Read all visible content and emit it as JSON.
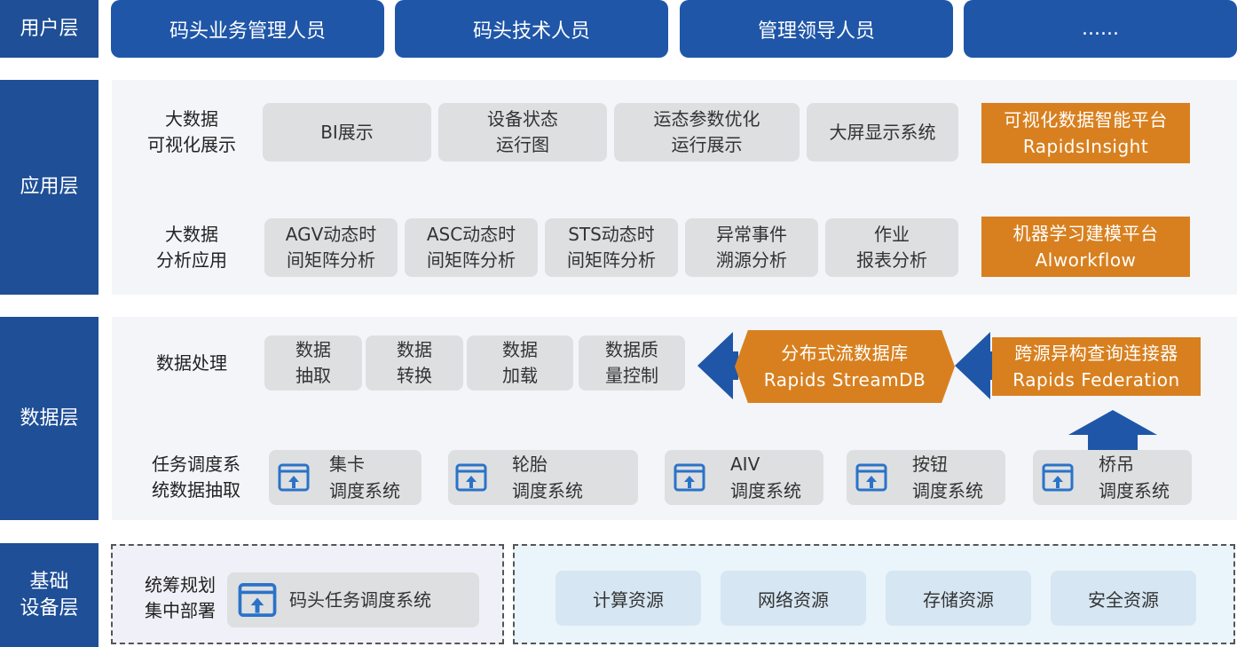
{
  "colors": {
    "navy": "#1f4f97",
    "blue": "#1f56a8",
    "orange": "#d8801f",
    "gray": "#dedfe1",
    "light_blue": "#d6e6f2"
  },
  "user_layer": {
    "label": "用户层",
    "users": [
      "码头业务管理人员",
      "码头技术人员",
      "管理领导人员",
      "......"
    ]
  },
  "app_layer": {
    "label": "应用层",
    "viz": {
      "label": [
        "大数据",
        "可视化展示"
      ],
      "items": [
        [
          "BI展示"
        ],
        [
          "设备状态",
          "运行图"
        ],
        [
          "运态参数优化",
          "运行展示"
        ],
        [
          "大屏显示系统"
        ]
      ],
      "platform": [
        "可视化数据智能平台",
        "RapidsInsight"
      ]
    },
    "analysis": {
      "label": [
        "大数据",
        "分析应用"
      ],
      "items": [
        [
          "AGV动态时",
          "间矩阵分析"
        ],
        [
          "ASC动态时",
          "间矩阵分析"
        ],
        [
          "STS动态时",
          "间矩阵分析"
        ],
        [
          "异常事件",
          "溯源分析"
        ],
        [
          "作业",
          "报表分析"
        ]
      ],
      "platform": [
        "机器学习建模平台",
        "Alworkflow"
      ]
    }
  },
  "data_layer": {
    "label": "数据层",
    "processing": {
      "label": "数据处理",
      "items": [
        [
          "数据",
          "抽取"
        ],
        [
          "数据",
          "转换"
        ],
        [
          "数据",
          "加载"
        ],
        [
          "数据质",
          "量控制"
        ]
      ],
      "streamdb": [
        "分布式流数据库",
        "Rapids StreamDB"
      ],
      "federation": [
        "跨源异构查询连接器",
        "Rapids Federation"
      ]
    },
    "scheduling": {
      "label": [
        "任务调度系",
        "统数据抽取"
      ],
      "systems": [
        [
          "集卡",
          "调度系统"
        ],
        [
          "轮胎",
          "调度系统"
        ],
        [
          "AIV",
          "调度系统"
        ],
        [
          "按钮",
          "调度系统"
        ],
        [
          "桥吊",
          "调度系统"
        ]
      ]
    }
  },
  "base_layer": {
    "label": [
      "基础",
      "设备层"
    ],
    "deploy_label": [
      "统筹规划",
      "集中部署"
    ],
    "central_system": "码头任务调度系统",
    "resources": [
      "计算资源",
      "网络资源",
      "存储资源",
      "安全资源"
    ]
  }
}
